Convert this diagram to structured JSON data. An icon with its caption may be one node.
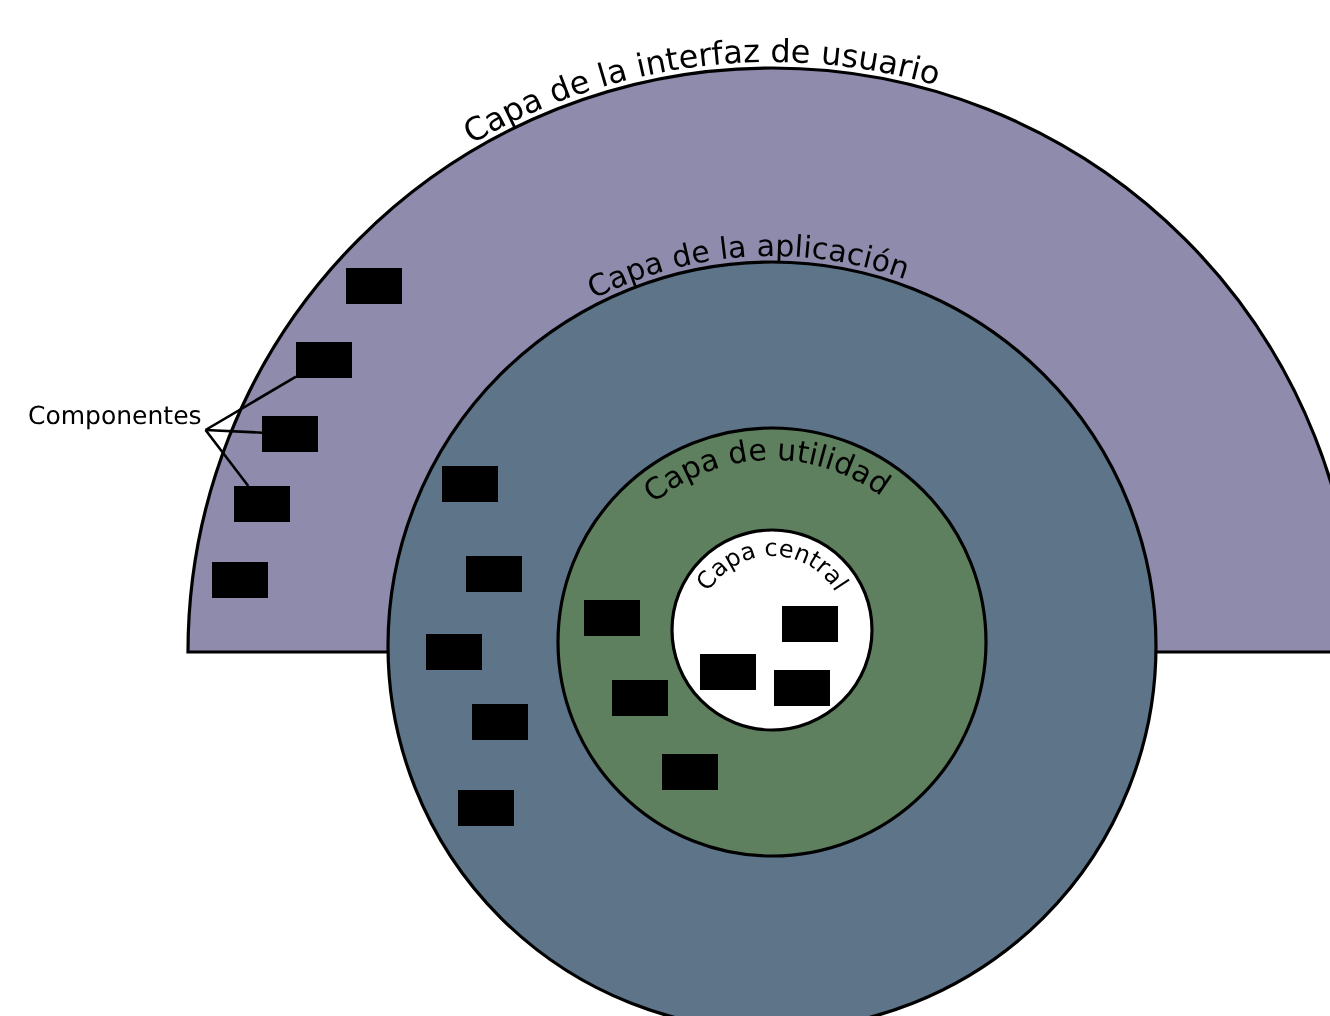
{
  "diagram": {
    "nodes": [
      {
        "text": [
          "Capa de la interfaz de usuario"
        ]
      },
      {
        "text": [
          "Capa de la aplicación"
        ]
      },
      {
        "text": [
          "Capa de utilidad"
        ],
        "in": 1
      },
      {
        "text": [
          "Capa central"
        ],
        "in": 2
      },
      {
        "text": [
          "Componentes"
        ]
      },
      {
        "text": [],
        "shape": "box",
        "in": 0
      },
      {
        "text": [],
        "shape": "box",
        "in": 0
      },
      {
        "text": [],
        "shape": "box",
        "in": 0
      },
      {
        "text": [],
        "shape": "box",
        "in": 0
      },
      {
        "text": [],
        "shape": "box",
        "in": 0
      },
      {
        "text": [],
        "shape": "box"
      },
      {
        "text": [],
        "shape": "box"
      },
      {
        "text": [],
        "shape": "box",
        "in": 1
      },
      {
        "text": [],
        "shape": "box",
        "in": 1
      },
      {
        "text": [],
        "shape": "box",
        "in": 1
      },
      {
        "text": [],
        "shape": "box"
      },
      {
        "text": [],
        "shape": "box",
        "in": 2
      },
      {
        "text": [],
        "shape": "box",
        "in": 2
      },
      {
        "text": [],
        "shape": "box"
      },
      {
        "text": [],
        "shape": "box",
        "in": 3
      },
      {
        "text": [],
        "shape": "box",
        "in": 3
      }
    ],
    "edges": [
      {
        "from": 4,
        "to": 6,
        "arrow": "none"
      },
      {
        "from": 4,
        "to": 7,
        "arrow": "none"
      },
      {
        "from": 4,
        "to": 8,
        "arrow": "none"
      }
    ]
  }
}
